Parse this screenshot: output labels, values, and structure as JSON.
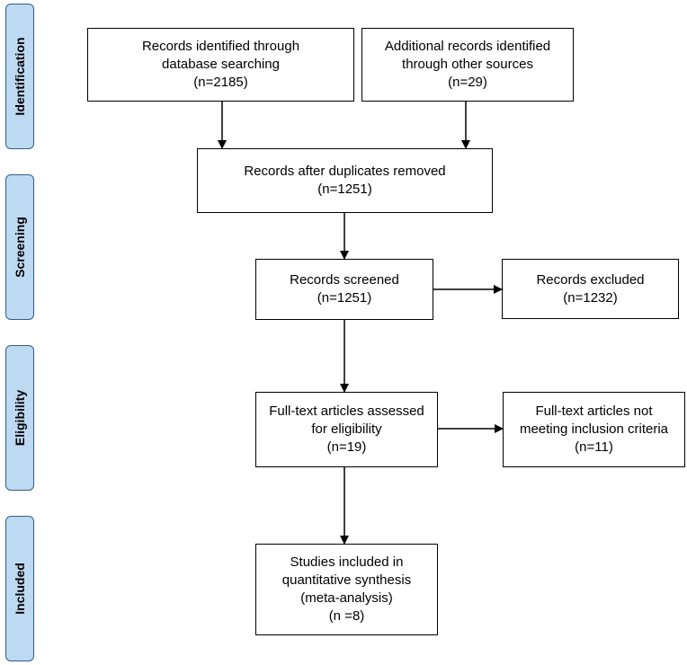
{
  "stages": {
    "identification": "Identification",
    "screening": "Screening",
    "eligibility": "Eligibility",
    "included": "Included"
  },
  "boxes": {
    "database_search": {
      "line1": "Records identified through",
      "line2": "database searching",
      "count": "(n=2185)"
    },
    "other_sources": {
      "line1": "Additional records identified",
      "line2": "through other sources",
      "count": "(n=29)"
    },
    "duplicates_removed": {
      "line1": "Records after duplicates removed",
      "count": "(n=1251)"
    },
    "screened": {
      "line1": "Records screened",
      "count": "(n=1251)"
    },
    "excluded": {
      "line1": "Records excluded",
      "count": "(n=1232)"
    },
    "full_text": {
      "line1": "Full-text articles assessed",
      "line2": "for eligibility",
      "count": "(n=19)"
    },
    "full_text_excluded": {
      "line1": "Full-text articles not",
      "line2": "meeting inclusion criteria",
      "count": "(n=11)"
    },
    "included": {
      "line1": "Studies included in",
      "line2": "quantitative synthesis",
      "line3": "(meta-analysis)",
      "count": "(n =8)"
    }
  },
  "colors": {
    "stage_fill": "#bed9f2",
    "stage_border": "#2e5f8c",
    "box_border": "#000000"
  }
}
